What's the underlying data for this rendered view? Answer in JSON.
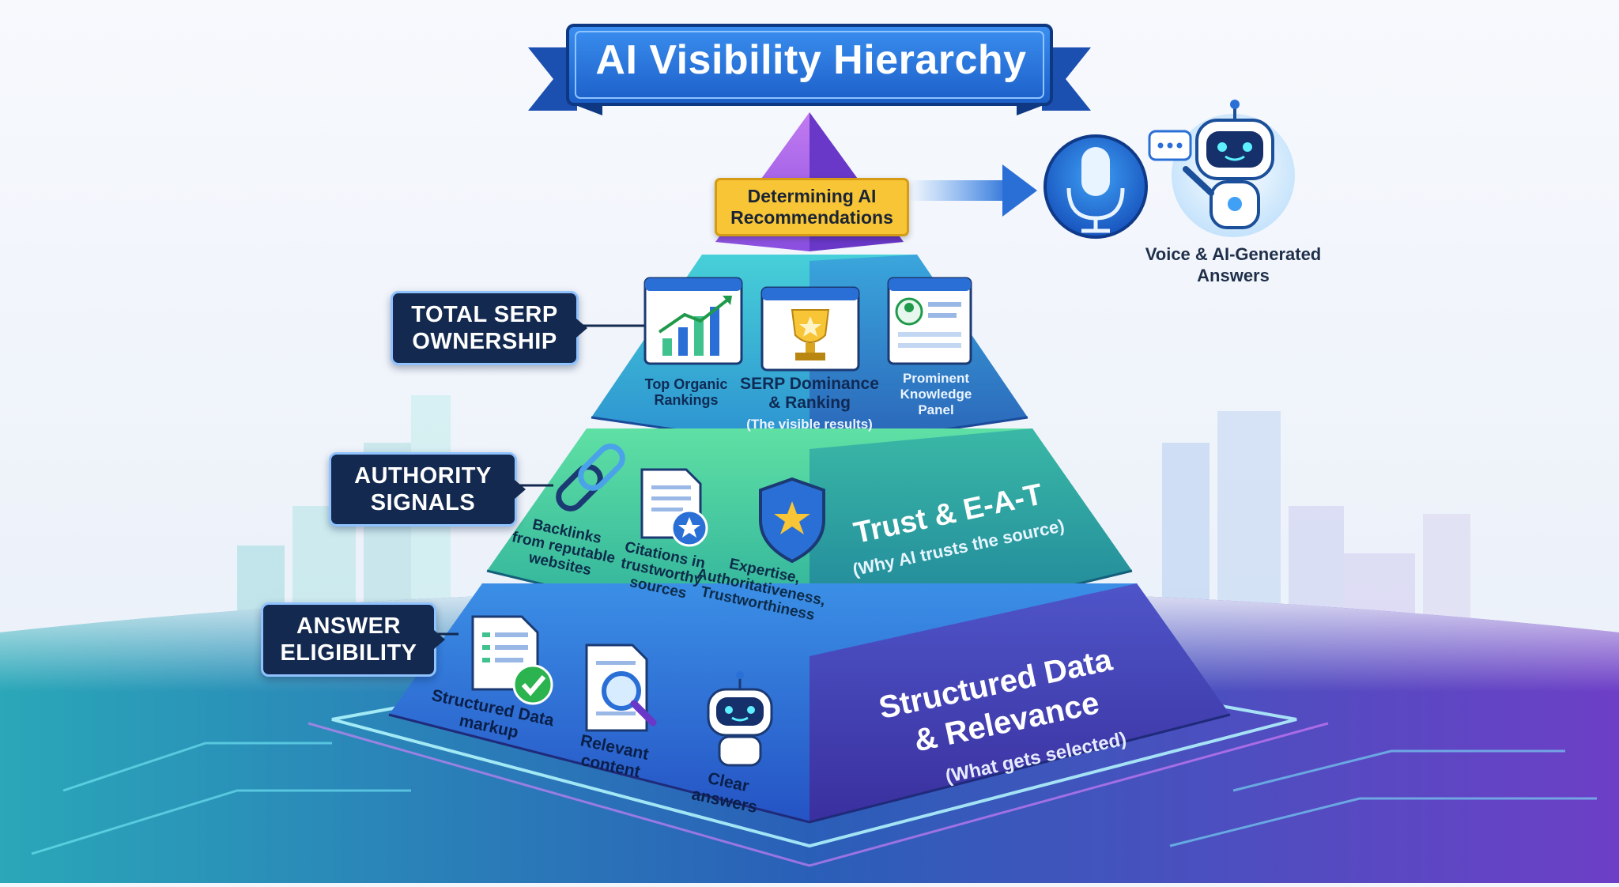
{
  "title": "AI Visibility Hierarchy",
  "apex": {
    "callout": "Determining AI Recommendations"
  },
  "voice": {
    "label": "Voice & AI-Generated Answers"
  },
  "tiers": {
    "serp": {
      "side_label": "TOTAL SERP OWNERSHIP",
      "items": [
        {
          "label": "Top Organic Rankings"
        },
        {
          "label": "SERP Dominance & Ranking",
          "sub": "(The visible results)"
        },
        {
          "label": "Prominent Knowledge Panel"
        }
      ]
    },
    "authority": {
      "side_label": "AUTHORITY SIGNALS",
      "title": "Trust & E-A-T",
      "subtitle": "(Why AI trusts the source)",
      "items": [
        {
          "label": "Backlinks from reputable websites"
        },
        {
          "label": "Citations in trustworthy sources"
        },
        {
          "label": "Expertise, Authoritativeness, Trustworthiness"
        }
      ]
    },
    "answer": {
      "side_label": "ANSWER ELIGIBILITY",
      "title_line1": "Structured Data",
      "title_line2": "& Relevance",
      "subtitle": "(What gets selected)",
      "items": [
        {
          "label": "Structured Data markup"
        },
        {
          "label": "Relevant content"
        },
        {
          "label": "Clear answers"
        }
      ]
    }
  },
  "colors": {
    "navy": "#13294f",
    "gold": "#f7c535",
    "apex_purple": "#8a4fe0",
    "tier_teal": "#2bb5c9",
    "tier_green": "#3fc28e",
    "tier_blue": "#2f6fd6",
    "tier_indigo": "#4a47b8"
  }
}
